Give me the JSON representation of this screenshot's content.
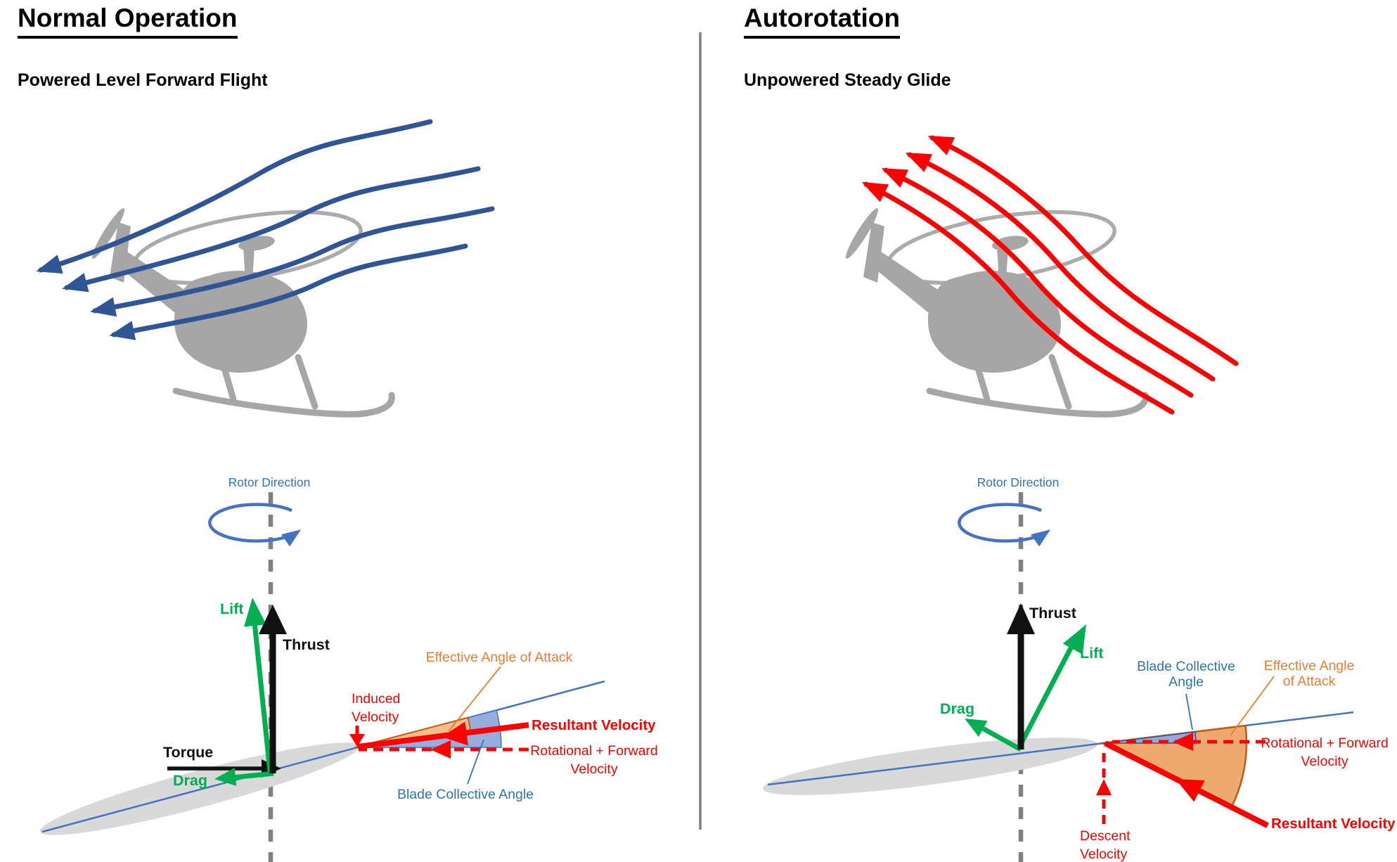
{
  "colors": {
    "streamline_blue": "#2F5597",
    "airflow_red": "#FF0000",
    "force_green": "#00B050",
    "label_blue": "#2E75B6",
    "chord_line_blue": "#4472C4",
    "aoa_orange": "#ED7D31",
    "aoa_wedge_fill": "#F0B07C",
    "collective_wedge_fill": "#8FAADC",
    "helicopter_gray": "#A6A6A6",
    "airfoil_gray": "#D9D9D9",
    "axis_dash_gray": "#808080",
    "divider_gray": "#7F7F7F"
  },
  "left": {
    "title": "Normal Operation",
    "subtitle": "Powered Level Forward Flight",
    "rotor_direction": "Rotor Direction",
    "lift": "Lift",
    "thrust": "Thrust",
    "torque": "Torque",
    "drag": "Drag",
    "induced_line1": "Induced",
    "induced_line2": "Velocity",
    "effective_aoa": "Effective Angle of Attack",
    "resultant": "Resultant Velocity",
    "rotational_line1": "Rotational + Forward",
    "rotational_line2": "Velocity",
    "blade_collective": "Blade Collective Angle"
  },
  "right": {
    "title": "Autorotation",
    "subtitle": "Unpowered Steady Glide",
    "rotor_direction": "Rotor Direction",
    "thrust": "Thrust",
    "lift": "Lift",
    "drag": "Drag",
    "blade_collective_line1": "Blade Collective",
    "blade_collective_line2": "Angle",
    "effective_aoa_line1": "Effective Angle",
    "effective_aoa_line2": "of Attack",
    "rotational_line1": "Rotational + Forward",
    "rotational_line2": "Velocity",
    "resultant": "Resultant Velocity",
    "descent_line1": "Descent",
    "descent_line2": "Velocity"
  }
}
